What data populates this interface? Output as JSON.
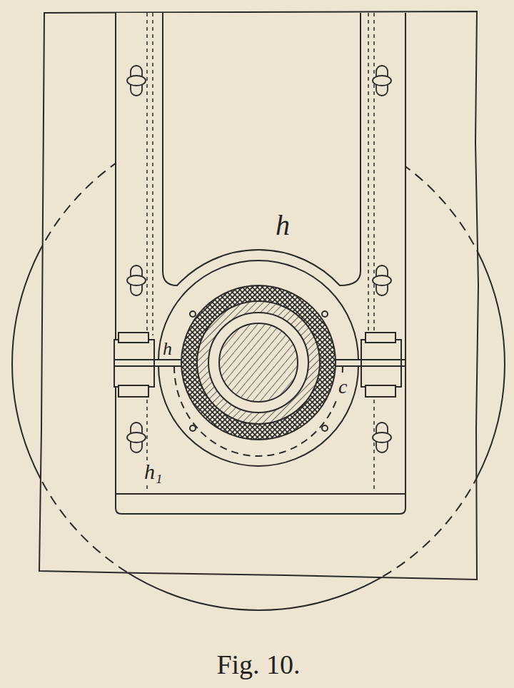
{
  "diagram": {
    "caption": "Fig. 10.",
    "labels": [
      "h",
      "h",
      "h₁",
      "c"
    ]
  }
}
